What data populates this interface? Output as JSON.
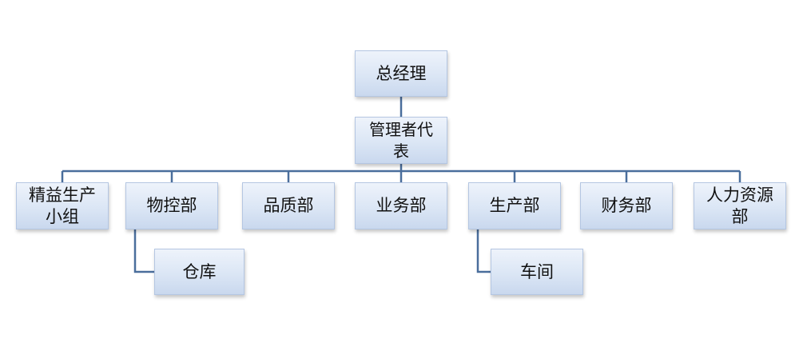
{
  "org_chart": {
    "line_color": "#4a6e9c",
    "box_color": "#dbe6f5",
    "top": {
      "label": "总经理"
    },
    "representative": {
      "label": "管理者代表"
    },
    "departments": [
      {
        "label": "精益生产小组"
      },
      {
        "label": "物控部",
        "child": {
          "label": "仓库"
        }
      },
      {
        "label": "品质部"
      },
      {
        "label": "业务部"
      },
      {
        "label": "生产部",
        "child": {
          "label": "车间"
        }
      },
      {
        "label": "财务部"
      },
      {
        "label": "人力资源部"
      }
    ]
  }
}
